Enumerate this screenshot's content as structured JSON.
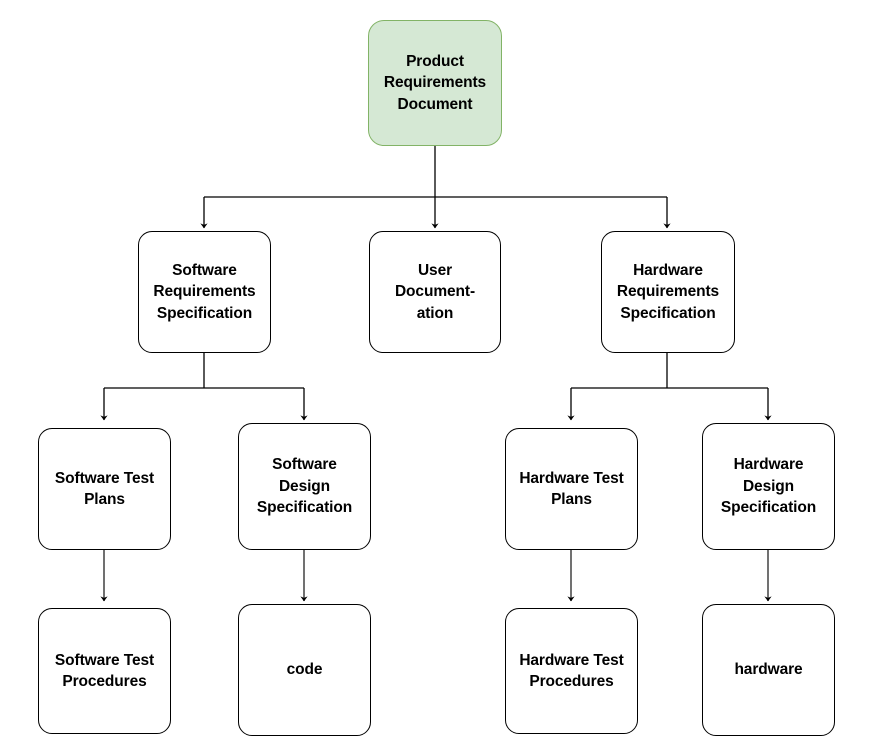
{
  "diagram": {
    "title": "Product Documentation Hierarchy",
    "type": "tree-flowchart",
    "background_color": "#ffffff",
    "default_node_fill": "#ffffff",
    "default_node_stroke": "#000000",
    "root_node_fill": "#d5e8d4",
    "root_node_stroke": "#82b366",
    "edge_color": "#000000",
    "edge_style": "orthogonal-elbow-with-arrowhead"
  },
  "nodes": {
    "product_requirements_document": {
      "label": "Product\nRequirements\nDocument",
      "level": 1,
      "fill": "#d5e8d4",
      "stroke": "#82b366"
    },
    "software_requirements_specification": {
      "label": "Software\nRequirements\nSpecification",
      "level": 2,
      "fill": "#ffffff",
      "stroke": "#000000"
    },
    "user_documentation": {
      "label": "User\nDocument-\nation",
      "level": 2,
      "fill": "#ffffff",
      "stroke": "#000000"
    },
    "hardware_requirements_specification": {
      "label": "Hardware\nRequirements\nSpecification",
      "level": 2,
      "fill": "#ffffff",
      "stroke": "#000000"
    },
    "software_test_plans": {
      "label": "Software Test\nPlans",
      "level": 3,
      "fill": "#ffffff",
      "stroke": "#000000"
    },
    "software_design_specification": {
      "label": "Software\nDesign\nSpecification",
      "level": 3,
      "fill": "#ffffff",
      "stroke": "#000000"
    },
    "hardware_test_plans": {
      "label": "Hardware Test\nPlans",
      "level": 3,
      "fill": "#ffffff",
      "stroke": "#000000"
    },
    "hardware_design_specification": {
      "label": "Hardware\nDesign\nSpecification",
      "level": 3,
      "fill": "#ffffff",
      "stroke": "#000000"
    },
    "software_test_procedures": {
      "label": "Software Test\nProcedures",
      "level": 4,
      "fill": "#ffffff",
      "stroke": "#000000"
    },
    "code": {
      "label": "code",
      "level": 4,
      "fill": "#ffffff",
      "stroke": "#000000"
    },
    "hardware_test_procedures": {
      "label": "Hardware Test\nProcedures",
      "level": 4,
      "fill": "#ffffff",
      "stroke": "#000000"
    },
    "hardware": {
      "label": "hardware",
      "level": 4,
      "fill": "#ffffff",
      "stroke": "#000000"
    }
  },
  "edges": [
    {
      "from": "product_requirements_document",
      "to": "software_requirements_specification"
    },
    {
      "from": "product_requirements_document",
      "to": "user_documentation"
    },
    {
      "from": "product_requirements_document",
      "to": "hardware_requirements_specification"
    },
    {
      "from": "software_requirements_specification",
      "to": "software_test_plans"
    },
    {
      "from": "software_requirements_specification",
      "to": "software_design_specification"
    },
    {
      "from": "hardware_requirements_specification",
      "to": "hardware_test_plans"
    },
    {
      "from": "hardware_requirements_specification",
      "to": "hardware_design_specification"
    },
    {
      "from": "software_test_plans",
      "to": "software_test_procedures"
    },
    {
      "from": "software_design_specification",
      "to": "code"
    },
    {
      "from": "hardware_test_plans",
      "to": "hardware_test_procedures"
    },
    {
      "from": "hardware_design_specification",
      "to": "hardware"
    }
  ]
}
